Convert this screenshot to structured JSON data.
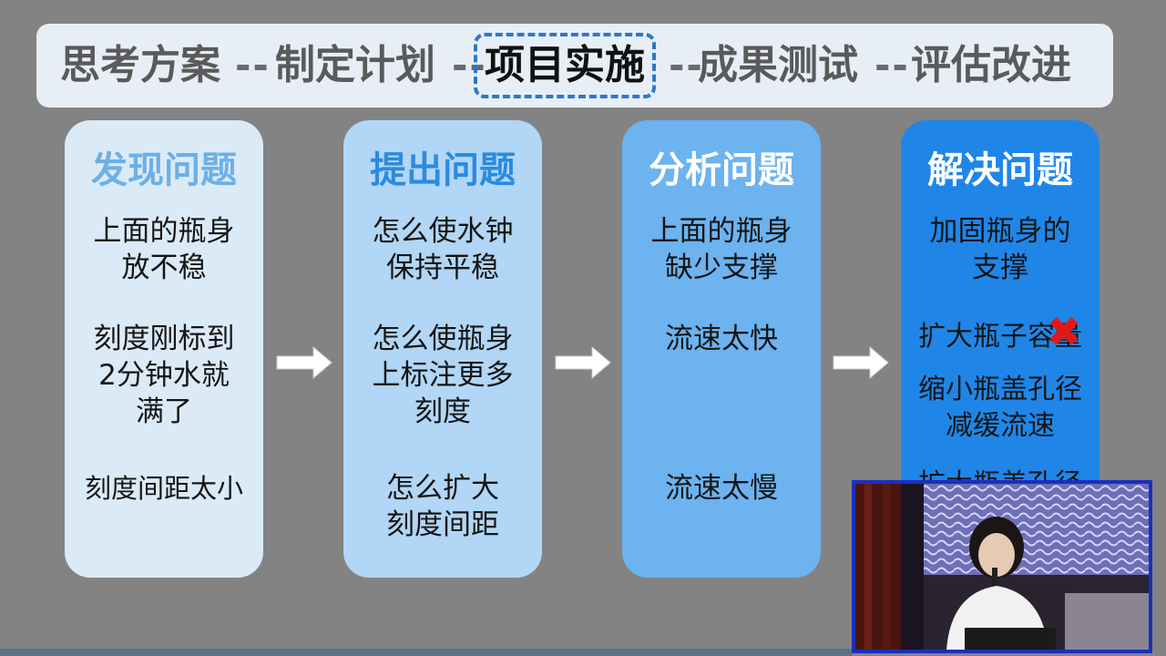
{
  "header": {
    "steps": [
      "思考方案",
      "制定计划",
      "项目实施",
      "成果测试",
      "评估改进"
    ],
    "separator": "--",
    "active_step": "项目实施"
  },
  "cards": [
    {
      "title": "发现问题",
      "items": [
        "上面的瓶身\n放不稳",
        "刻度刚标到\n2分钟水就\n满了",
        "刻度间距太小"
      ]
    },
    {
      "title": "提出问题",
      "items": [
        "怎么使水钟\n保持平稳",
        "怎么使瓶身\n上标注更多\n刻度",
        "怎么扩大\n刻度间距"
      ]
    },
    {
      "title": "分析问题",
      "items": [
        "上面的瓶身\n缺少支撑",
        "流速太快",
        "流速太慢"
      ]
    },
    {
      "title": "解决问题",
      "items": [
        "加固瓶身的\n支撑",
        "扩大瓶子容量",
        "缩小瓶盖孔径\n减缓流速",
        "扩大瓶盖孔径"
      ]
    }
  ],
  "colors": {
    "card1_bg": "#dbeaf7",
    "card1_title": "#6cb0e6",
    "card2_bg": "#b2d6f5",
    "card2_title": "#2a8be0",
    "card3_bg": "#6cb3ef",
    "card3_title": "#ffffff",
    "card4_bg": "#1f86e8",
    "card4_title": "#ffffff",
    "active_border": "#2b78c9",
    "cross": "#e01818"
  },
  "icons": [
    "right-arrow-icon",
    "cross-icon"
  ]
}
